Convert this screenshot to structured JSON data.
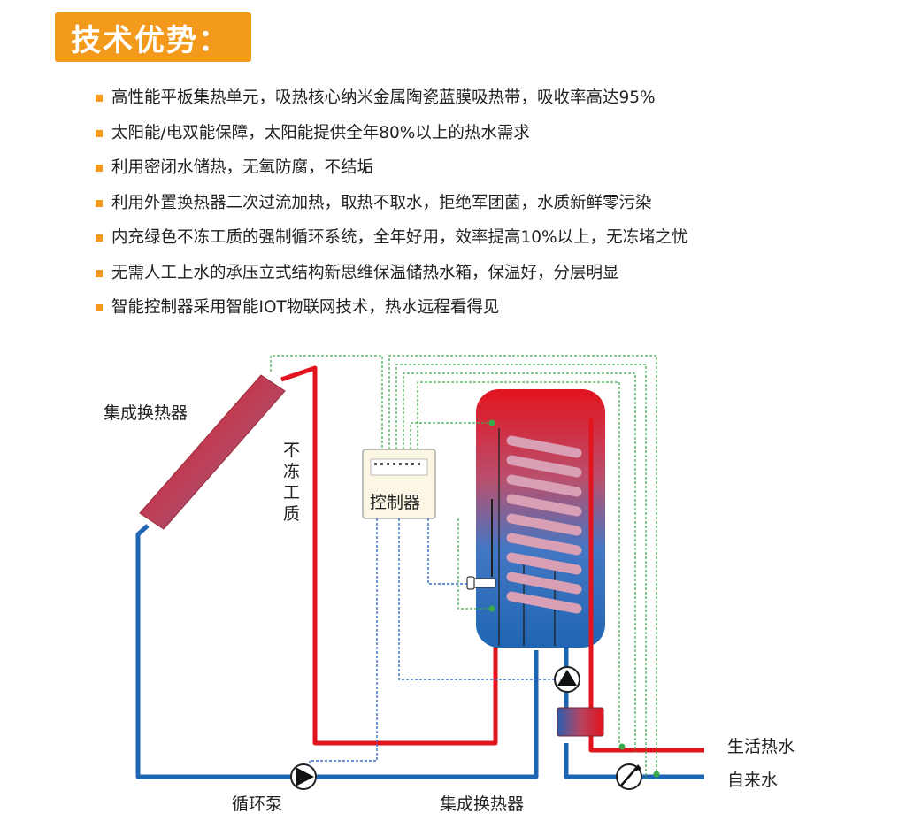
{
  "header": {
    "title": "技术优势："
  },
  "features": [
    "高性能平板集热单元，吸热核心纳米金属陶瓷蓝膜吸热带，吸收率高达95%",
    "太阳能/电双能保障，太阳能提供全年80%以上的热水需求",
    "利用密闭水储热，无氧防腐，不结垢",
    "利用外置换热器二次过流加热，取热不取水，拒绝军团菌，水质新鲜零污染",
    "内充绿色不冻工质的强制循环系统，全年好用，效率提高10%以上，无冻堵之忧",
    "无需人工上水的承压立式结构新思维保温储热水箱，保温好，分层明显",
    "智能控制器采用智能IOT物联网技术，热水远程看得见"
  ],
  "diagram": {
    "collector_label": "集成换热器",
    "fluid_label": [
      "不",
      "冻",
      "工",
      "质"
    ],
    "controller_label": "控制器",
    "pump_label": "循环泵",
    "exchanger_label": "集成换热器",
    "hot_water_label": "生活热水",
    "tap_water_label": "自来水",
    "colors": {
      "accent": "#f39a1c",
      "hot_pipe": "#e2141e",
      "cold_pipe": "#1f66b2",
      "signal_line_green": "#3aaa4a",
      "signal_line_blue": "#3a6fc4",
      "coil": "#d99fb5"
    }
  }
}
